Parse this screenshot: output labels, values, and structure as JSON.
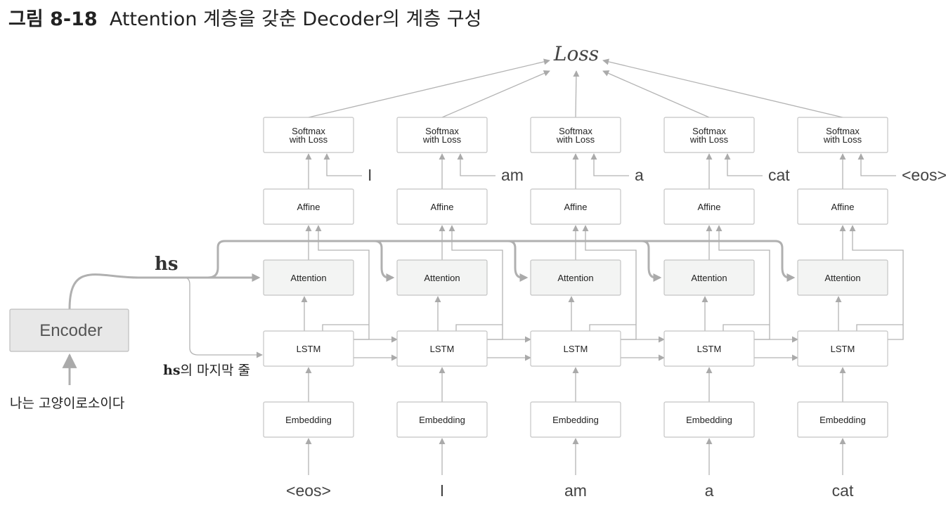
{
  "title": {
    "prefix": "그림 8-18",
    "text": "Attention 계층을 갖춘 Decoder의 계층 구성"
  },
  "loss_label": "Loss",
  "layer_labels": {
    "softmax_line1": "Softmax",
    "softmax_line2": "with Loss",
    "affine": "Affine",
    "attention": "Attention",
    "lstm": "LSTM",
    "embedding": "Embedding"
  },
  "encoder": {
    "label": "Encoder",
    "input": "나는 고양이로소이다"
  },
  "hs_label": "hs",
  "hs_last": {
    "bold": "hs",
    "rest": "의 마지막 줄"
  },
  "inputs": [
    "<eos>",
    "I",
    "am",
    "a",
    "cat"
  ],
  "targets": [
    "I",
    "am",
    "a",
    "cat",
    "<eos>"
  ],
  "colors": {
    "box_border": "#c4c4c4",
    "attention_fill": "#f3f4f3",
    "encoder_fill": "#e8e8e8",
    "line": "#b3b3b3"
  }
}
